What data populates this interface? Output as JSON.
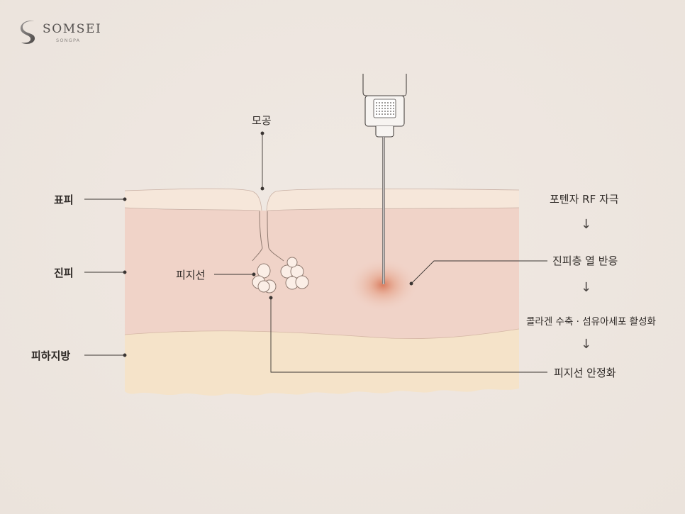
{
  "logo": {
    "name": "SOMSEI",
    "sub": "SONGPA"
  },
  "layers": {
    "epidermis": "표피",
    "dermis": "진피",
    "subcutaneous_fat": "피하지방"
  },
  "structures": {
    "pore": "모공",
    "sebaceous_gland": "피지선"
  },
  "process": {
    "step1": "포텐자 RF 자극",
    "step2": "진피층 열 반응",
    "step3": "콜라겐 수축 · 섬유아세포 활성화",
    "step4": "피지선 안정화",
    "arrow": "↓"
  },
  "colors": {
    "epidermis": "#f6e7da",
    "dermis": "#f0d3c8",
    "fat": "#f5e3c9",
    "heat": "#d98a6c",
    "line": "#3a3532"
  }
}
